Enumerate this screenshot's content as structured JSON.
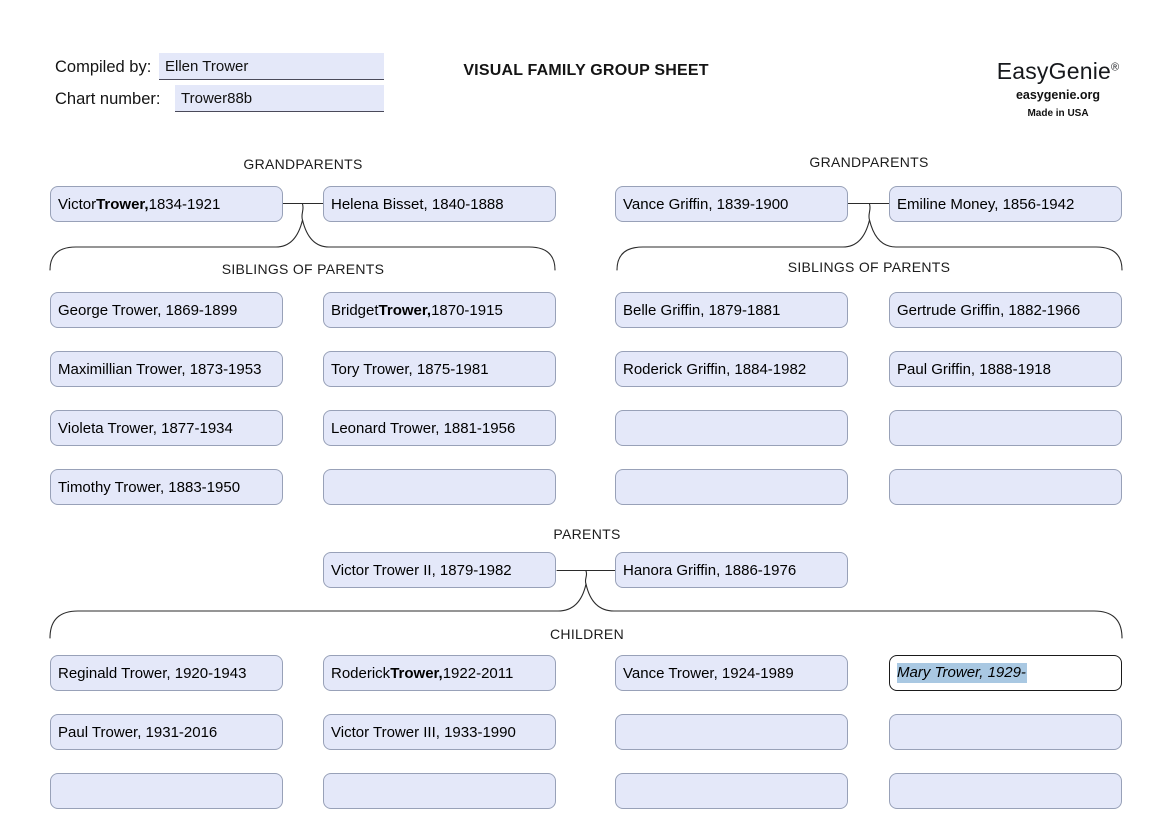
{
  "header": {
    "compiled_by_label": "Compiled by:",
    "compiled_by_value": "Ellen Trower",
    "chart_number_label": "Chart number:",
    "chart_number_value": "Trower88b",
    "title": "VISUAL FAMILY GROUP SHEET",
    "brand": {
      "name": "EasyGenie",
      "registered_mark": "®",
      "site": "easygenie.org",
      "made_in": "Made in USA"
    }
  },
  "labels": {
    "grandparents_left": "GRANDPARENTS",
    "grandparents_right": "GRANDPARENTS",
    "siblings_left": "SIBLINGS OF PARENTS",
    "siblings_right": "SIBLINGS OF PARENTS",
    "parents": "PARENTS",
    "children": "CHILDREN"
  },
  "grandparents_left": {
    "husband": {
      "pre": "Victor ",
      "bold": "Trower,",
      "post": " 1834-1921"
    },
    "wife": {
      "pre": "Helena Bisset, 1840-1888",
      "bold": "",
      "post": ""
    }
  },
  "grandparents_right": {
    "husband": {
      "pre": "Vance Griffin, 1839-1900",
      "bold": "",
      "post": ""
    },
    "wife": {
      "pre": "Emiline Money, 1856-1942",
      "bold": "",
      "post": ""
    }
  },
  "siblings_left": [
    [
      {
        "pre": "George Trower, 1869-1899",
        "bold": "",
        "post": ""
      },
      {
        "pre": "Bridget ",
        "bold": "Trower,",
        "post": " 1870-1915"
      }
    ],
    [
      {
        "pre": "Maximillian Trower, 1873-1953",
        "bold": "",
        "post": ""
      },
      {
        "pre": "Tory Trower, 1875-1981",
        "bold": "",
        "post": ""
      }
    ],
    [
      {
        "pre": "Violeta Trower, 1877-1934",
        "bold": "",
        "post": ""
      },
      {
        "pre": "Leonard Trower, 1881-1956",
        "bold": "",
        "post": ""
      }
    ],
    [
      {
        "pre": "Timothy Trower, 1883-1950",
        "bold": "",
        "post": ""
      },
      {
        "pre": "",
        "bold": "",
        "post": ""
      }
    ]
  ],
  "siblings_right": [
    [
      {
        "pre": "Belle Griffin, 1879-1881",
        "bold": "",
        "post": ""
      },
      {
        "pre": "Gertrude Griffin, 1882-1966",
        "bold": "",
        "post": ""
      }
    ],
    [
      {
        "pre": "Roderick Griffin, 1884-1982",
        "bold": "",
        "post": ""
      },
      {
        "pre": "Paul Griffin, 1888-1918",
        "bold": "",
        "post": ""
      }
    ],
    [
      {
        "pre": "",
        "bold": "",
        "post": ""
      },
      {
        "pre": "",
        "bold": "",
        "post": ""
      }
    ],
    [
      {
        "pre": "",
        "bold": "",
        "post": ""
      },
      {
        "pre": "",
        "bold": "",
        "post": ""
      }
    ]
  ],
  "parents": {
    "father": {
      "pre": "Victor Trower II, 1879-1982",
      "bold": "",
      "post": ""
    },
    "mother": {
      "pre": "Hanora Griffin, 1886-1976",
      "bold": "",
      "post": ""
    }
  },
  "children": [
    [
      {
        "pre": "Reginald Trower, 1920-1943",
        "bold": "",
        "post": ""
      },
      {
        "pre": "Roderick ",
        "bold": "Trower,",
        "post": " 1922-2011"
      },
      {
        "pre": "Vance Trower, 1924-1989",
        "bold": "",
        "post": ""
      },
      {
        "pre": "Mary Trower, 1929-",
        "bold": "",
        "post": "",
        "selected": true
      }
    ],
    [
      {
        "pre": "Paul Trower, 1931-2016",
        "bold": "",
        "post": ""
      },
      {
        "pre": "Victor Trower III, 1933-1990",
        "bold": "",
        "post": ""
      },
      {
        "pre": "",
        "bold": "",
        "post": ""
      },
      {
        "pre": "",
        "bold": "",
        "post": ""
      }
    ],
    [
      {
        "pre": "",
        "bold": "",
        "post": ""
      },
      {
        "pre": "",
        "bold": "",
        "post": ""
      },
      {
        "pre": "",
        "bold": "",
        "post": ""
      },
      {
        "pre": "",
        "bold": "",
        "post": ""
      }
    ]
  ],
  "colors": {
    "field_fill": "#e4e8f9",
    "field_border": "#98a1b8",
    "focused_field_border": "#1a1a1a",
    "text_selection_highlight": "#a9c8e2",
    "connector_line": "#2b2b2b"
  }
}
